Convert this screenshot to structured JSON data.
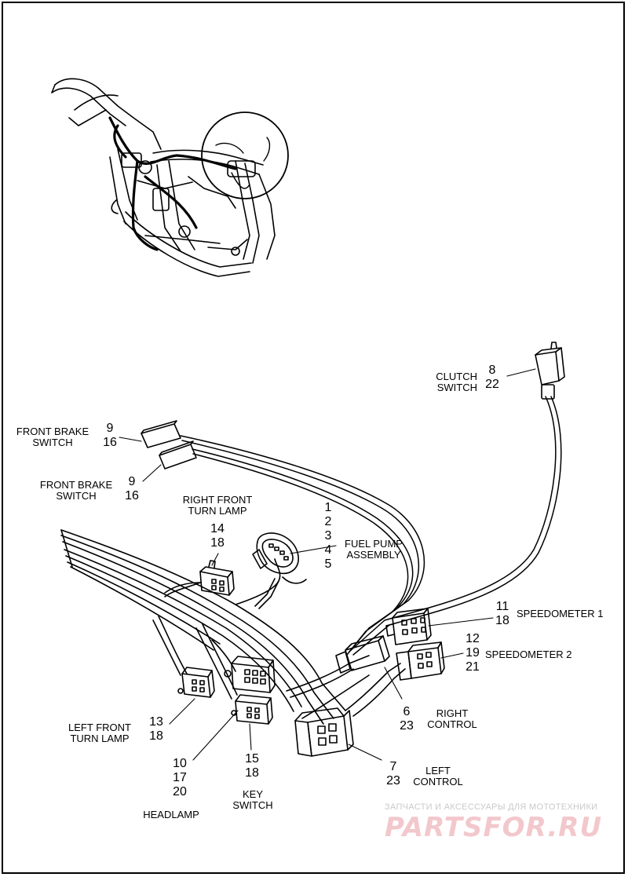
{
  "callouts": {
    "clutch": {
      "nums": [
        "8",
        "22"
      ],
      "label": [
        "CLUTCH",
        "SWITCH"
      ]
    },
    "front_brake_1": {
      "nums": [
        "9",
        "16"
      ],
      "label": [
        "FRONT BRAKE",
        "SWITCH"
      ]
    },
    "front_brake_2": {
      "nums": [
        "9",
        "16"
      ],
      "label": [
        "FRONT BRAKE",
        "SWITCH"
      ]
    },
    "right_front_turn": {
      "nums": [
        "14",
        "18"
      ],
      "label": [
        "RIGHT FRONT",
        "TURN LAMP"
      ]
    },
    "fuel_pump": {
      "nums": [
        "1",
        "2",
        "3",
        "4",
        "5"
      ],
      "label": [
        "FUEL PUMP",
        "ASSEMBLY"
      ]
    },
    "speedometer_1": {
      "nums": [
        "11",
        "18"
      ],
      "label": [
        "SPEEDOMETER 1"
      ]
    },
    "speedometer_2": {
      "nums": [
        "12",
        "19",
        "21"
      ],
      "label": [
        "SPEEDOMETER 2"
      ]
    },
    "right_control": {
      "nums": [
        "6",
        "23"
      ],
      "label": [
        "RIGHT",
        "CONTROL"
      ]
    },
    "left_control": {
      "nums": [
        "7",
        "23"
      ],
      "label": [
        "LEFT",
        "CONTROL"
      ]
    },
    "left_front_turn": {
      "nums": [
        "13",
        "18"
      ],
      "label": [
        "LEFT FRONT",
        "TURN LAMP"
      ]
    },
    "headlamp": {
      "nums": [
        "10",
        "17",
        "20"
      ],
      "label": [
        "HEADLAMP"
      ]
    },
    "key_switch": {
      "nums": [
        "15",
        "18"
      ],
      "label": [
        "KEY",
        "SWITCH"
      ]
    }
  },
  "watermark": {
    "subtitle": "ЗАПЧАСТИ И АКСЕССУАРЫ ДЛЯ МОТОТЕХНИКИ",
    "brand": "PARTSFOR.RU"
  }
}
